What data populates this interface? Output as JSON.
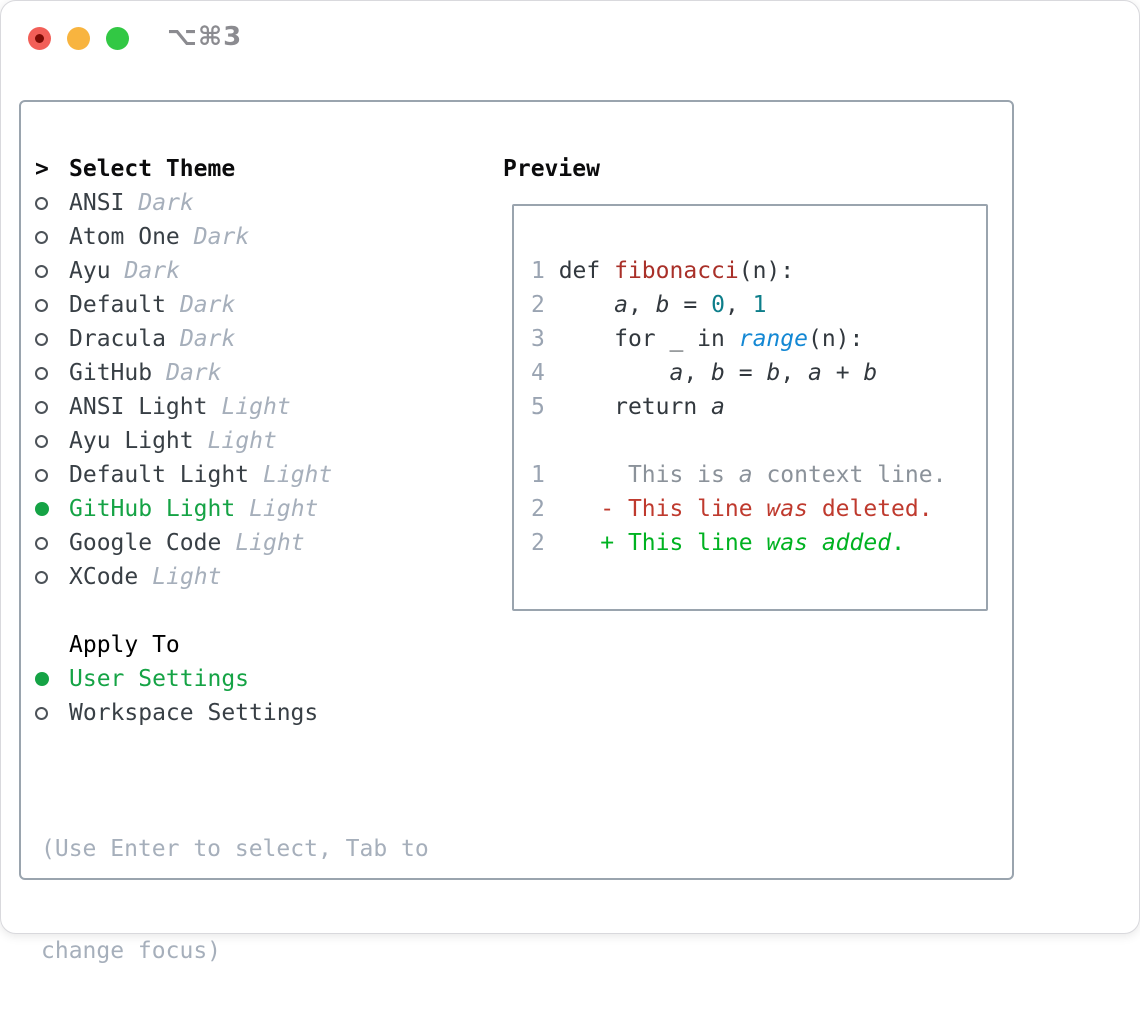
{
  "window": {
    "title": "⌥⌘3",
    "traffic_lights": [
      {
        "name": "close",
        "color": "#f25f58",
        "indicator_color": "#7d0c05"
      },
      {
        "name": "minimize",
        "color": "#f8b43f"
      },
      {
        "name": "zoom",
        "color": "#32c844"
      }
    ]
  },
  "theme_picker": {
    "prompt": ">",
    "header": "Select Theme",
    "themes": [
      {
        "name": "ANSI",
        "variant": "Dark",
        "selected": false
      },
      {
        "name": "Atom One",
        "variant": "Dark",
        "selected": false
      },
      {
        "name": "Ayu",
        "variant": "Dark",
        "selected": false
      },
      {
        "name": "Default",
        "variant": "Dark",
        "selected": false
      },
      {
        "name": "Dracula",
        "variant": "Dark",
        "selected": false
      },
      {
        "name": "GitHub",
        "variant": "Dark",
        "selected": false
      },
      {
        "name": "ANSI Light",
        "variant": "Light",
        "selected": false
      },
      {
        "name": "Ayu Light",
        "variant": "Light",
        "selected": false
      },
      {
        "name": "Default Light",
        "variant": "Light",
        "selected": false
      },
      {
        "name": "GitHub Light",
        "variant": "Light",
        "selected": true
      },
      {
        "name": "Google Code",
        "variant": "Light",
        "selected": false
      },
      {
        "name": "XCode",
        "variant": "Light",
        "selected": false
      }
    ],
    "apply_to": {
      "header": "Apply To",
      "options": [
        {
          "label": "User Settings",
          "selected": true
        },
        {
          "label": "Workspace Settings",
          "selected": false
        }
      ]
    },
    "hint_lines": [
      "(Use Enter to select, Tab to",
      "change focus)"
    ]
  },
  "preview": {
    "header": "Preview",
    "code_lines": [
      {
        "segments": [
          {
            "t": "1",
            "s": "ln"
          },
          {
            "t": " def ",
            "s": "code"
          },
          {
            "t": "fibonacci",
            "s": "func"
          },
          {
            "t": "(n):",
            "s": "code"
          }
        ]
      },
      {
        "segments": [
          {
            "t": "2",
            "s": "ln"
          },
          {
            "t": "     ",
            "s": "code"
          },
          {
            "t": "a",
            "s": "var"
          },
          {
            "t": ", ",
            "s": "code"
          },
          {
            "t": "b",
            "s": "var"
          },
          {
            "t": " = ",
            "s": "code"
          },
          {
            "t": "0",
            "s": "num"
          },
          {
            "t": ", ",
            "s": "code"
          },
          {
            "t": "1",
            "s": "num"
          }
        ]
      },
      {
        "segments": [
          {
            "t": "3",
            "s": "ln"
          },
          {
            "t": "     for _ in ",
            "s": "code"
          },
          {
            "t": "range",
            "s": "call"
          },
          {
            "t": "(n):",
            "s": "code"
          }
        ]
      },
      {
        "segments": [
          {
            "t": "4",
            "s": "ln"
          },
          {
            "t": "         ",
            "s": "code"
          },
          {
            "t": "a",
            "s": "var"
          },
          {
            "t": ", ",
            "s": "code"
          },
          {
            "t": "b",
            "s": "var"
          },
          {
            "t": " = ",
            "s": "code"
          },
          {
            "t": "b",
            "s": "var"
          },
          {
            "t": ", ",
            "s": "code"
          },
          {
            "t": "a",
            "s": "var"
          },
          {
            "t": " + ",
            "s": "code"
          },
          {
            "t": "b",
            "s": "var"
          }
        ]
      },
      {
        "segments": [
          {
            "t": "5",
            "s": "ln"
          },
          {
            "t": "     return ",
            "s": "code"
          },
          {
            "t": "a",
            "s": "var"
          }
        ]
      },
      {
        "segments": []
      },
      {
        "segments": [
          {
            "t": "1",
            "s": "ln"
          },
          {
            "t": "      This is ",
            "s": "ctx"
          },
          {
            "t": "a",
            "s": "ctxi"
          },
          {
            "t": " context line.",
            "s": "ctx"
          }
        ]
      },
      {
        "segments": [
          {
            "t": "2",
            "s": "ln"
          },
          {
            "t": "    - This line ",
            "s": "del"
          },
          {
            "t": "was",
            "s": "deli"
          },
          {
            "t": " deleted.",
            "s": "del"
          }
        ]
      },
      {
        "segments": [
          {
            "t": "2",
            "s": "ln"
          },
          {
            "t": "    + This line ",
            "s": "add"
          },
          {
            "t": "was",
            "s": "addi"
          },
          {
            "t": " ",
            "s": "add"
          },
          {
            "t": "added",
            "s": "addi"
          },
          {
            "t": ".",
            "s": "add"
          }
        ]
      }
    ]
  },
  "colors": {
    "selected_green": "#15a345",
    "added_green": "#00b221",
    "deleted_red": "#bf3a2e",
    "function_red": "#a93029",
    "number_teal": "#0d7e8a",
    "builtin_blue": "#1488d4",
    "context_gray": "#8b929a",
    "muted_gray": "#a6afbb",
    "panel_border": "#9aa4ae"
  }
}
